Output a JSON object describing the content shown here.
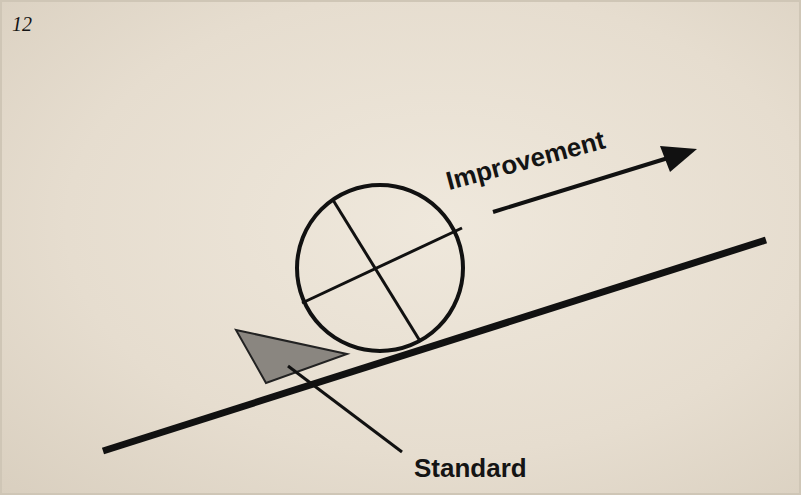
{
  "diagram": {
    "labels": [
      "12",
      "Improvement",
      "Standard"
    ]
  }
}
